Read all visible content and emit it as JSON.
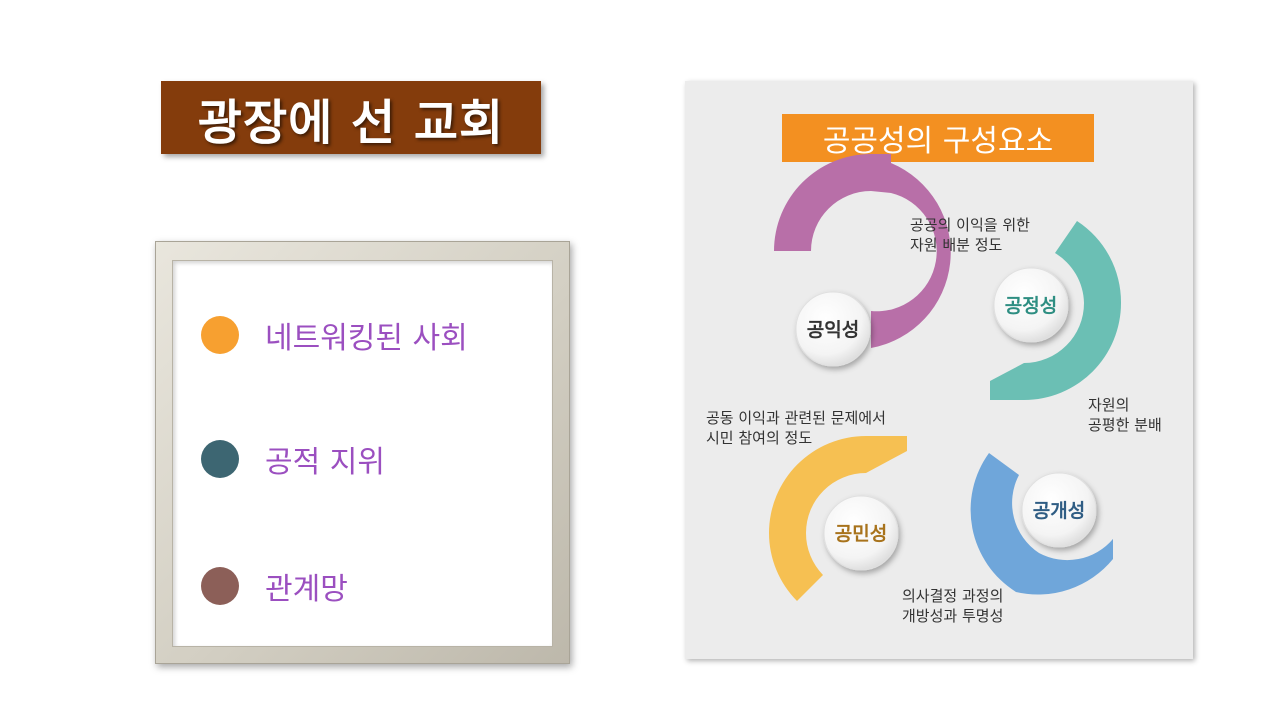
{
  "title": "광장에 선 교회",
  "list": {
    "items": [
      {
        "label": "네트워킹된 사회",
        "color": "#f7a030"
      },
      {
        "label": "공적 지위",
        "color": "#3d6672"
      },
      {
        "label": "관계망",
        "color": "#8c5f58"
      }
    ]
  },
  "panel": {
    "title": "공공성의 구성요소",
    "components": [
      {
        "label": "공익성",
        "desc_lines": [
          "공공의 이익을 위한",
          "자원 배분 정도"
        ],
        "color": "#b86fa8",
        "label_color": "#333333"
      },
      {
        "label": "공정성",
        "desc_lines": [
          "자원의",
          "공평한 분배"
        ],
        "color": "#6bbfb4",
        "label_color": "#2e8e82"
      },
      {
        "label": "공민성",
        "desc_lines": [
          "공동 이익과 관련된 문제에서",
          "시민 참여의 정도"
        ],
        "color": "#f6c052",
        "label_color": "#a8731c"
      },
      {
        "label": "공개성",
        "desc_lines": [
          "의사결정 과정의",
          "개방성과 투명성"
        ],
        "color": "#6fa6da",
        "label_color": "#2f5d84"
      }
    ]
  }
}
